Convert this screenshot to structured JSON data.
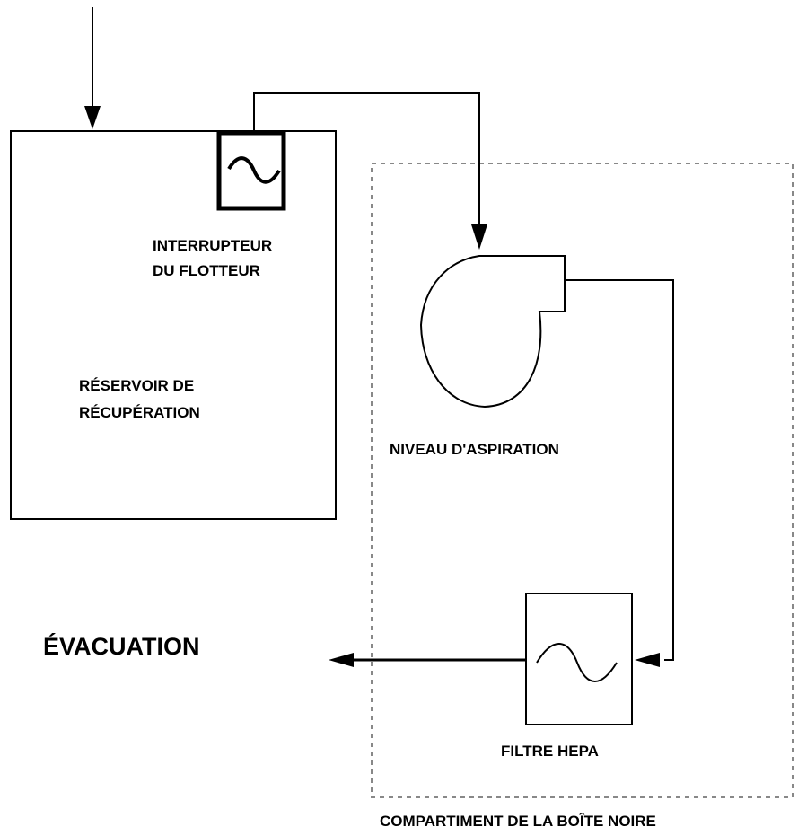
{
  "labels": {
    "float_switch": [
      "INTERRUPTEUR",
      "DU FLOTTEUR"
    ],
    "recovery_tank": [
      "RÉSERVOIR DE",
      "RÉCUPÉRATION"
    ],
    "vacuum_motor": "NIVEAU D'ASPIRATION",
    "exhaust": "ÉVACUATION",
    "hepa_filter": "FILTRE HEPA",
    "black_box_compartment": "COMPARTIMENT DE LA BOÎTE NOIRE"
  },
  "icons": {
    "float_switch": "sine-wave-symbol",
    "hepa_filter": "sine-wave-symbol",
    "vacuum_motor": "centrifugal-blower-symbol"
  },
  "colors": {
    "line": "#000000",
    "dashed_border": "#888888",
    "background": "#ffffff"
  }
}
